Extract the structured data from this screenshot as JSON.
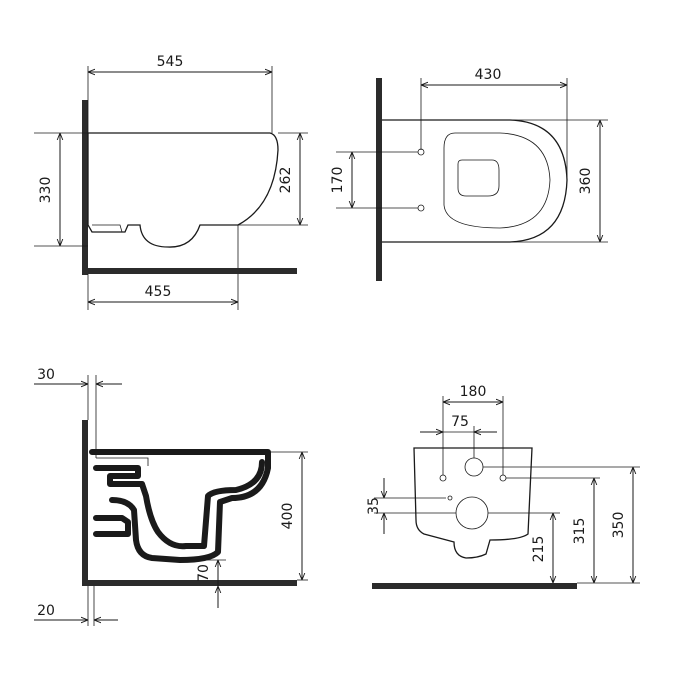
{
  "side_view": {
    "width_label": "545",
    "height_label": "330",
    "rim_label": "262",
    "depth_label": "455"
  },
  "top_view": {
    "length_label": "430",
    "bolt_spacing_label": "170",
    "width_label": "360"
  },
  "section_view": {
    "wall_gap_label": "30",
    "height_label": "400",
    "outlet_label": "70",
    "base_gap_label": "20"
  },
  "rear_view": {
    "bolt_spacing_label": "180",
    "inlet_offset_label": "75",
    "small_offset_label": "35",
    "outlet_height_label": "215",
    "inlet_height_label": "315",
    "bolt_height_label": "350"
  },
  "colors": {
    "line": "#1a1a1a",
    "wall": "#2b2b2b",
    "background": "#ffffff"
  }
}
